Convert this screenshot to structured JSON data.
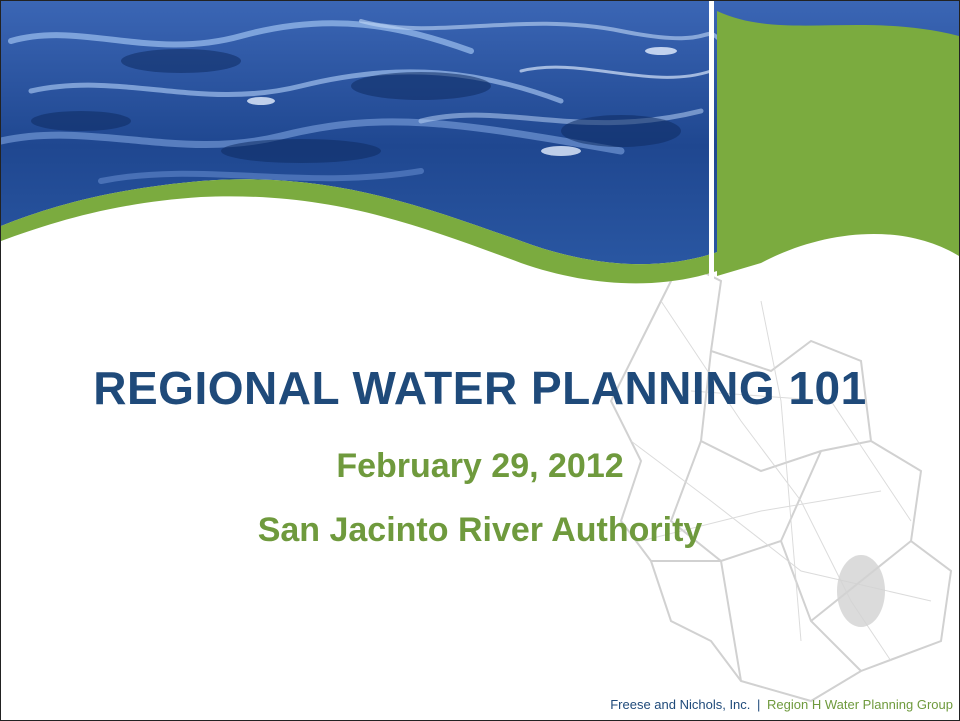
{
  "slide": {
    "title": "REGIONAL WATER PLANNING 101",
    "date": "February 29, 2012",
    "organization": "San Jacinto River Authority"
  },
  "footer": {
    "company": "Freese and Nichols, Inc.",
    "separator": "|",
    "group": "Region H Water Planning Group"
  },
  "colors": {
    "title_blue": "#1f4a7a",
    "accent_green": "#7bab3f",
    "water_dark": "#1c3f80",
    "water_light": "#8fb4e8"
  },
  "images": {
    "banner": "water-surface-photo",
    "background": "region-h-county-map"
  }
}
